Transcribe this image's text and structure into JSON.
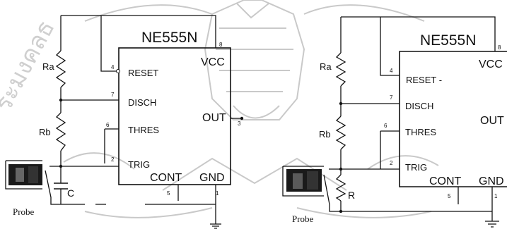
{
  "watermark": {
    "left_text": "ระมงคลธ",
    "color": "#c9c9c9"
  },
  "left_circuit": {
    "chip_name": "NE555N",
    "pins": {
      "vcc": "VCC",
      "reset": "RESET",
      "disch": "DISCH",
      "thres": "THRES",
      "trig": "TRIG",
      "out": "OUT",
      "cont": "CONT",
      "gnd": "GND"
    },
    "pin_numbers": {
      "p8": "8",
      "p4": "4",
      "p7": "7",
      "p6": "6",
      "p2": "2",
      "p3": "3",
      "p5": "5",
      "p1": "1"
    },
    "components": {
      "ra": "Ra",
      "rb": "Rb",
      "c": "C"
    },
    "probe": "Probe"
  },
  "right_circuit": {
    "chip_name": "NE555N",
    "pins": {
      "vcc": "VCC",
      "reset": "RESET -",
      "disch": "DISCH",
      "thres": "THRES",
      "trig": "TRIG",
      "out": "OUT",
      "cont": "CONT",
      "gnd": "GND"
    },
    "pin_numbers": {
      "p8": "8",
      "p4": "4",
      "p7": "7",
      "p6": "6",
      "p2": "2",
      "p5": "5",
      "p1": "1"
    },
    "components": {
      "ra": "Ra",
      "rb": "Rb",
      "r": "R"
    },
    "probe": "Probe"
  }
}
